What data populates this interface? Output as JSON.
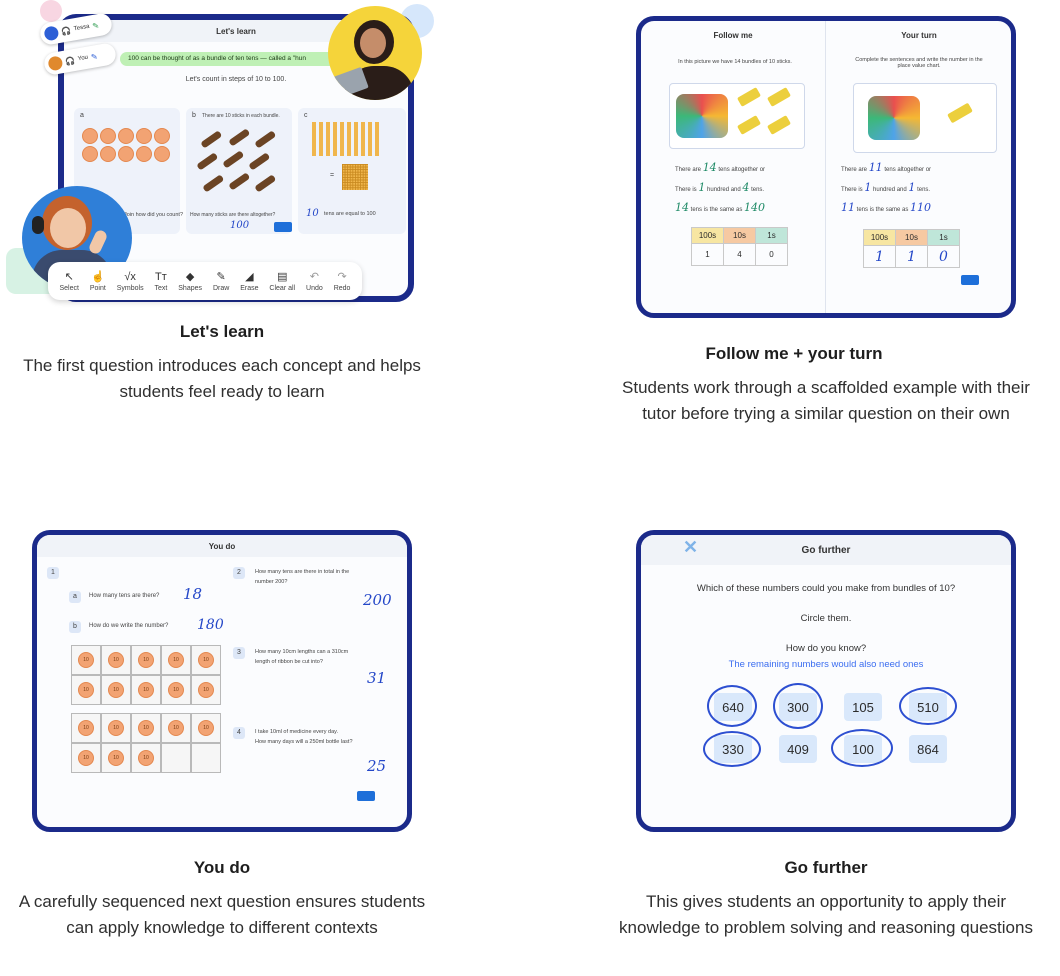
{
  "cards": [
    {
      "title": "Let's learn",
      "description": "The first question introduces each concept and helps students feel ready to learn",
      "screen": {
        "title": "Let's learn",
        "banner": "100 can be thought of as a bundle of ten tens — called a \"hun",
        "banner_highlight": "ten tens",
        "subtitle": "Let's count in steps of 10 to 100.",
        "panel_a_label": "a",
        "panel_b_label": "b",
        "panel_c_label": "c",
        "panel_b_text": "There are 10 sticks in each bundle.",
        "panel_b_question": "How many sticks are there altogether?",
        "panel_b_answer": "100",
        "panel_a_question": "Join how did you count?",
        "panel_c_text": "tens are equal to 100",
        "panel_c_answer": "10",
        "panel_c_sign": "=",
        "users": [
          "Tessa",
          "You"
        ],
        "tools": [
          {
            "label": "Select",
            "icon": "↖"
          },
          {
            "label": "Point",
            "icon": "☝"
          },
          {
            "label": "Symbols",
            "icon": "√x"
          },
          {
            "label": "Text",
            "icon": "Tт"
          },
          {
            "label": "Shapes",
            "icon": "◆"
          },
          {
            "label": "Draw",
            "icon": "✎"
          },
          {
            "label": "Erase",
            "icon": "◢"
          },
          {
            "label": "Clear all",
            "icon": "▤"
          },
          {
            "label": "Undo",
            "icon": "↶"
          },
          {
            "label": "Redo",
            "icon": "↷"
          }
        ]
      }
    },
    {
      "title": "Follow me + your turn",
      "description": "Students work through a scaffolded example with their tutor before trying a similar question on their own",
      "screen": {
        "left_title": "Follow me",
        "right_title": "Your turn",
        "left_intro": "In this picture we have 14 bundles of 10 sticks.",
        "right_intro": "Complete the sentences and write the number in the place value chart.",
        "left_lines": [
          "There are",
          "tens altogether or",
          "There is",
          "hundred and",
          "tens.",
          "tens is the same as"
        ],
        "left_answers": [
          "14",
          "1",
          "4",
          "14",
          "140"
        ],
        "right_answers": [
          "11",
          "1",
          "1",
          "11",
          "110"
        ],
        "pvt_headers": [
          "100s",
          "10s",
          "1s"
        ],
        "left_pvt": [
          "1",
          "4",
          "0"
        ],
        "right_pvt": [
          "1",
          "1",
          "0"
        ]
      }
    },
    {
      "title": "You do",
      "description": "A carefully sequenced next question ensures students can apply knowledge to different contexts",
      "screen": {
        "title": "You do",
        "q1_num": "1",
        "qa_label": "a",
        "qa_text": "How many tens are there?",
        "qa_answer": "18",
        "qb_label": "b",
        "qb_text": "How do we write the number?",
        "qb_answer": "180",
        "dot_value": "10",
        "q2_num": "2",
        "q2_text_1": "How many tens are there in total in the",
        "q2_text_2": "number 200?",
        "q2_answer": "200",
        "q3_num": "3",
        "q3_text_1": "How many 10cm lengths can a 310cm",
        "q3_text_2": "length of ribbon be cut into?",
        "q3_answer": "31",
        "q4_num": "4",
        "q4_text_1": "I take 10ml of medicine every day.",
        "q4_text_2": "How many days will a 250ml bottle last?",
        "q4_answer": "25"
      }
    },
    {
      "title": "Go further",
      "description": "This gives students an opportunity to apply their knowledge to problem solving and reasoning questions",
      "screen": {
        "title": "Go further",
        "question": "Which of these numbers could you make from bundles of 10?",
        "instruction": "Circle them.",
        "prompt": "How do you know?",
        "reason": "The remaining numbers would also need ones",
        "numbers": [
          "640",
          "300",
          "105",
          "510",
          "330",
          "409",
          "100",
          "864"
        ]
      }
    }
  ],
  "colors": {
    "tablet_border": "#1b2a8a",
    "handwriting": "#2447c8",
    "dot_fill": "#f2a373",
    "number_box": "#d9e8fb",
    "banner": "#bff0b5"
  }
}
